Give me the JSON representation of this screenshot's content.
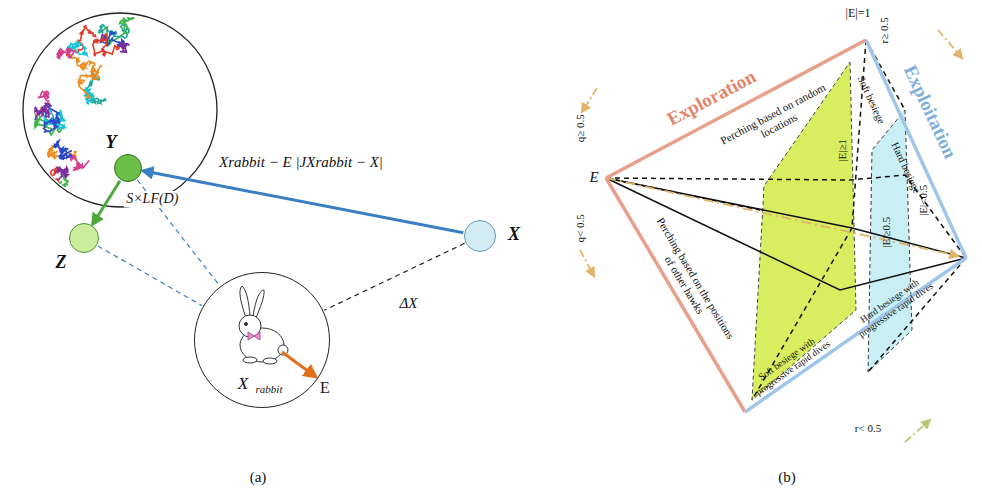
{
  "diagram": {
    "nodes": [
      {
        "text": [
          "Y"
        ]
      },
      {
        "text": [
          "Z"
        ]
      },
      {
        "text": [
          "X"
        ]
      },
      {
        "text": [
          "X",
          "rabbit",
          "E"
        ]
      }
    ],
    "edges": [
      {
        "from": 2,
        "to": 0,
        "arrow": "to",
        "label": "Xrabbit − E |JXrabbit − X|"
      },
      {
        "from": 0,
        "to": 1,
        "arrow": "to",
        "label": "S×LF(D)"
      },
      {
        "from": 2,
        "to": 3,
        "arrow": "none",
        "label": "ΔX"
      },
      {
        "from": 0,
        "to": 3,
        "arrow": "none"
      },
      {
        "from": 1,
        "to": 3,
        "arrow": "none"
      }
    ],
    "labels": [
      "Exploration",
      "Exploitation",
      "|E|=1",
      "r≥ 0.5",
      "E",
      "q≥ 0.5",
      "q< 0.5",
      "Perching based on random locations",
      "Perching based on the positions of other hawks",
      "|E|≥1",
      "|E|≥0.5",
      "|E|<0.5",
      "Soft besiege",
      "Hard besiege",
      "Soft besiege with progressive rapid dives",
      "Hard besiege with progressive rapid dives",
      "r< 0.5",
      "(a)",
      "(b)"
    ]
  }
}
